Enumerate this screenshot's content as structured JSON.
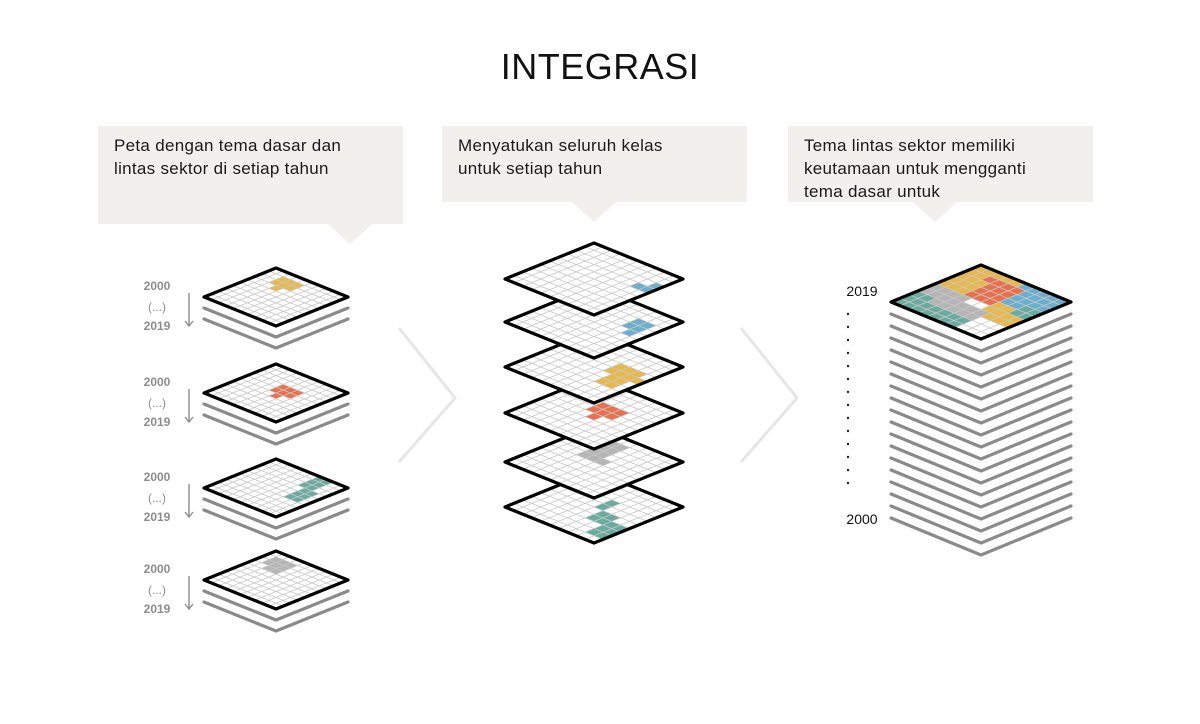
{
  "title": "INTEGRASI",
  "callouts": [
    {
      "line1": "Peta dengan tema dasar dan",
      "line2": "lintas sektor di setiap tahun",
      "line3": ""
    },
    {
      "line1": "Menyatukan seluruh kelas",
      "line2": "untuk setiap tahun",
      "line3": ""
    },
    {
      "line1": "Tema lintas sektor memiliki",
      "line2": "keutamaan untuk mengganti",
      "line3": "tema dasar untuk"
    }
  ],
  "stack_labels": {
    "start": "2000",
    "ellipsis": "(...)",
    "end": "2019"
  },
  "final_labels": {
    "top": "2019",
    "bottom": "2000"
  },
  "colors": {
    "yellow": "#e9b84a",
    "orange": "#e8704d",
    "teal": "#6aab9f",
    "gray": "#b5b5b5",
    "blue": "#6aafcf",
    "grid_line": "#c8c8c8",
    "tile_fill": "#ffffff",
    "outline": "#000000",
    "stack_line": "#8a8a8a",
    "arrow": "#e6e6e6",
    "label_gray": "#8c8c8c"
  },
  "icons": [
    "down-arrow-icon",
    "chevron-right-icon"
  ]
}
